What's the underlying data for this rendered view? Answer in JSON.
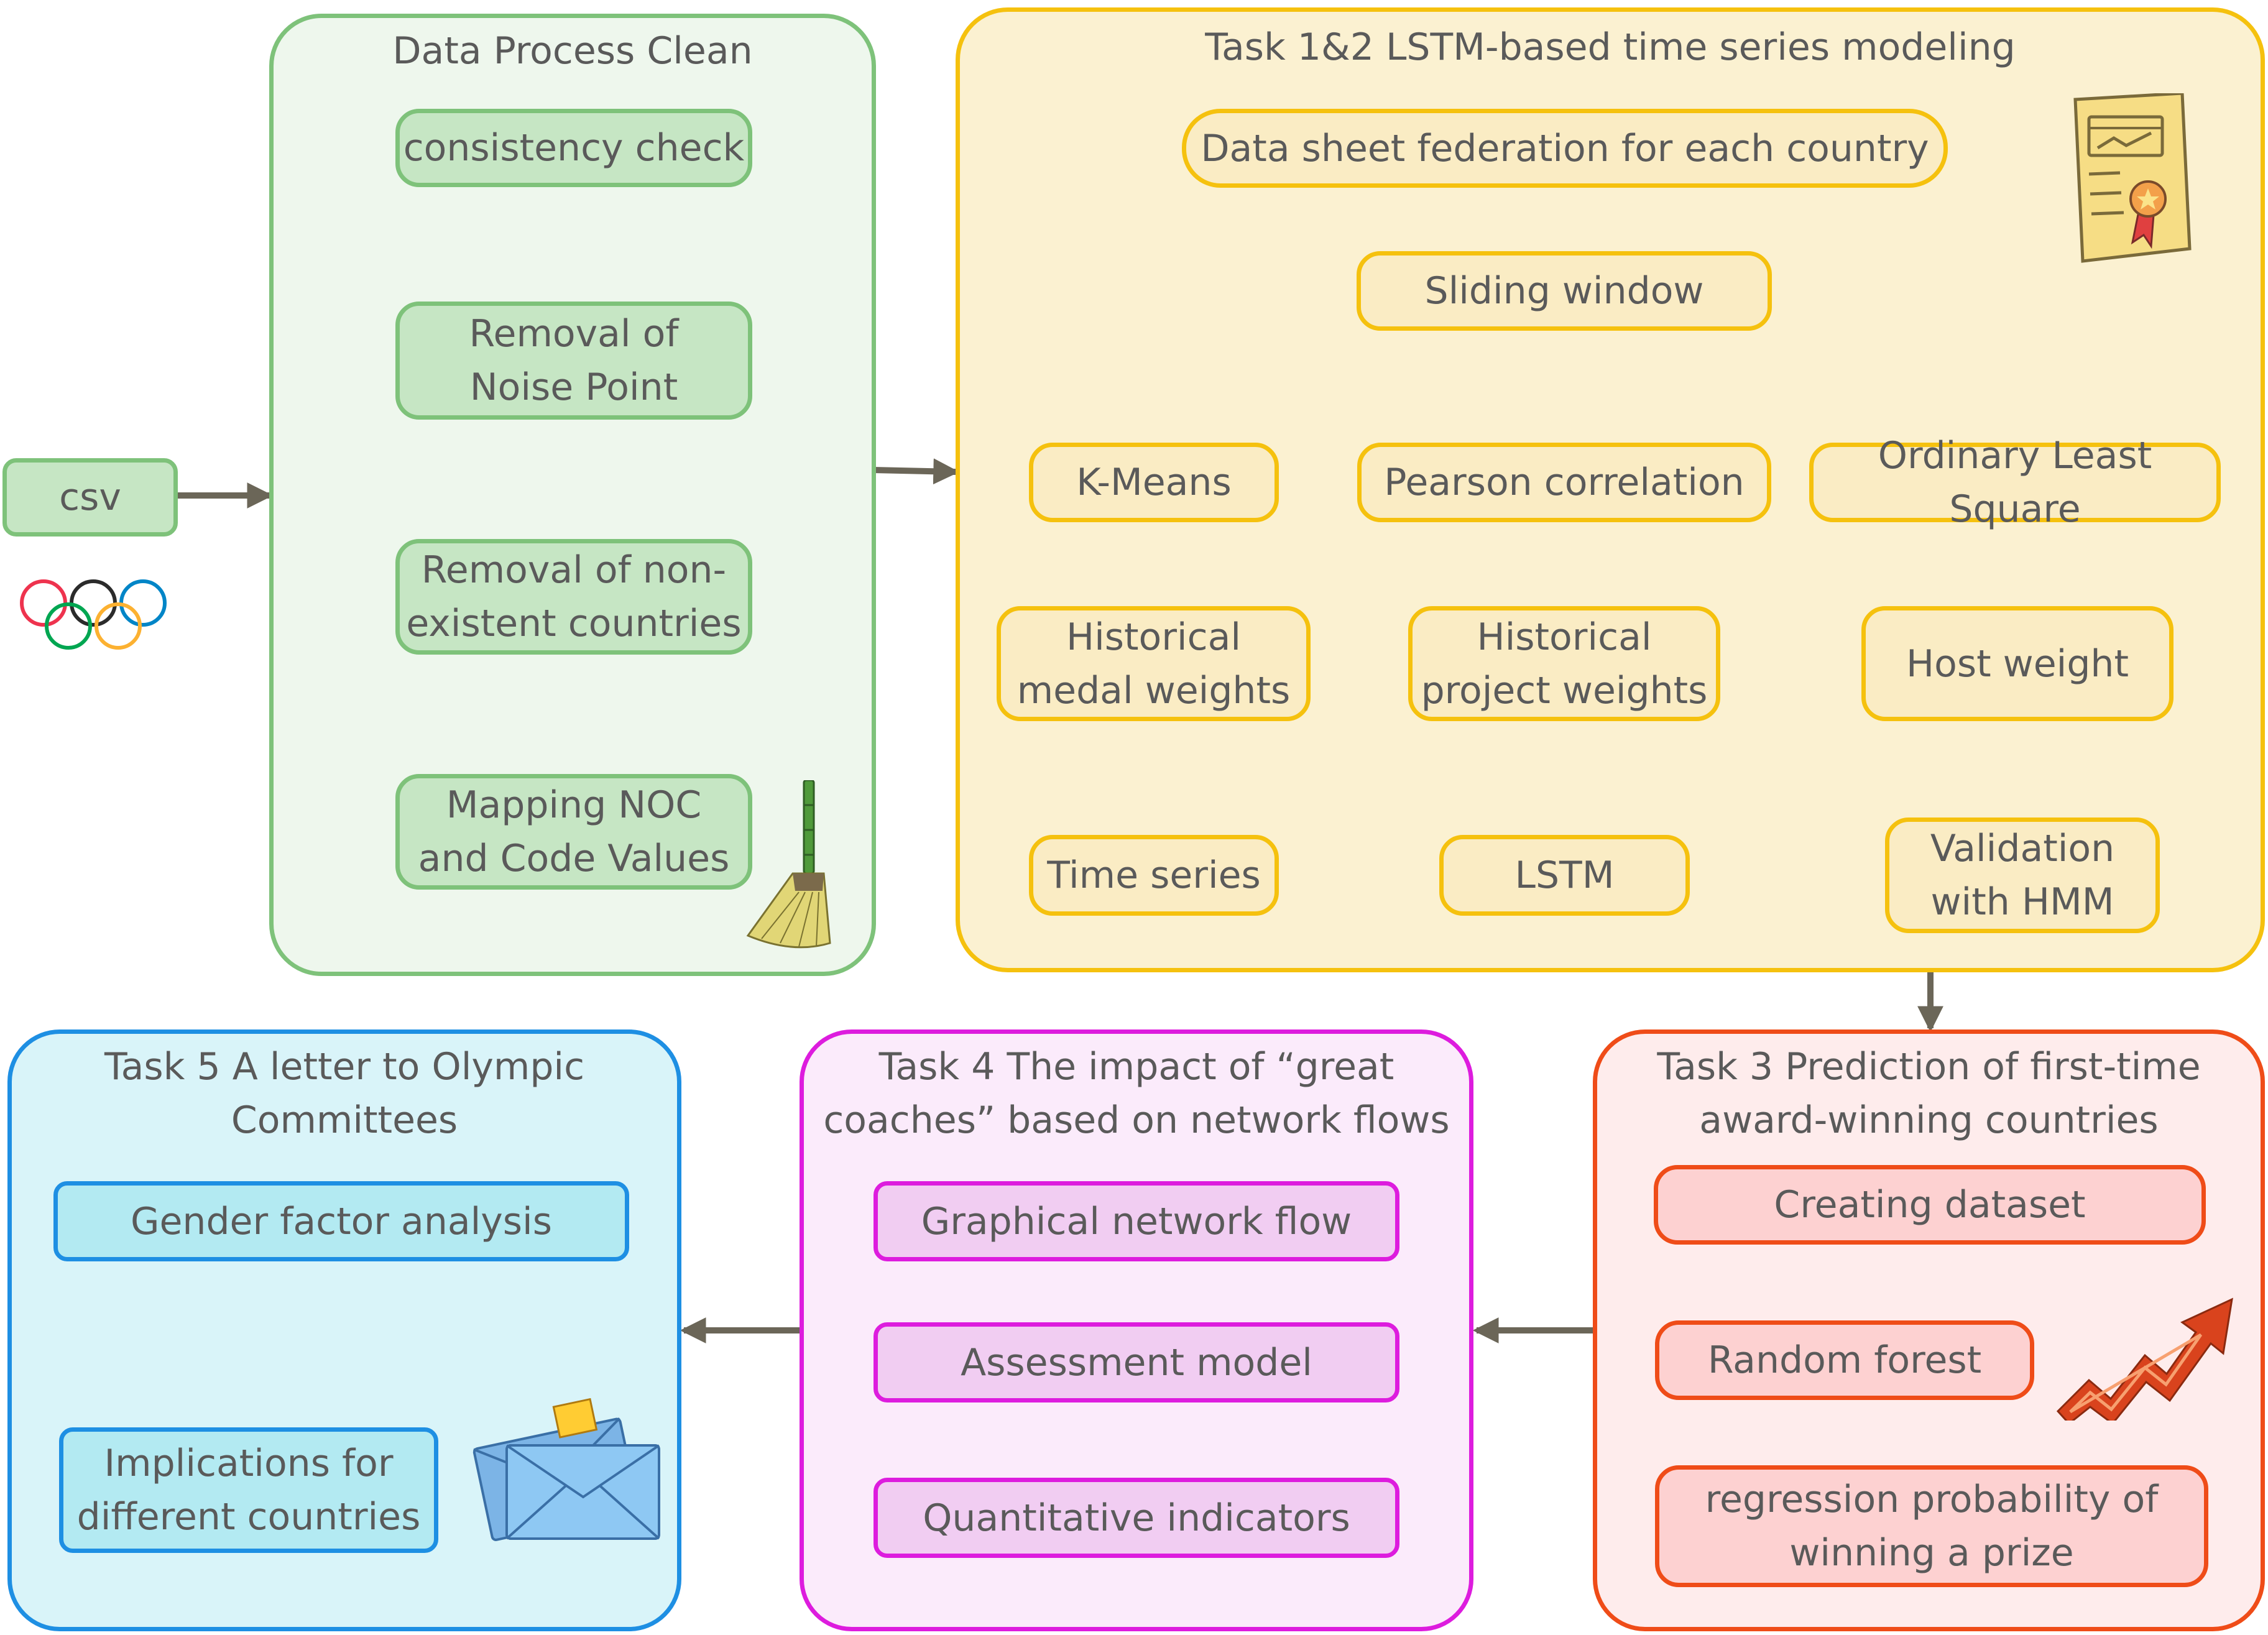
{
  "csv_label": "csv",
  "panels": {
    "clean": {
      "title": "Data Process Clean",
      "steps": [
        "consistency check",
        "Removal of\nNoise Point",
        "Removal of non-\nexistent countries",
        "Mapping NOC\nand Code Values"
      ]
    },
    "lstm": {
      "title": "Task 1&2 LSTM-based time series modeling",
      "federation": "Data sheet federation for each country",
      "sliding": "Sliding window",
      "kmeans": "K-Means",
      "pearson": "Pearson correlation",
      "ols": "Ordinary Least Square",
      "medal": "Historical\nmedal weights",
      "project": "Historical\nproject weights",
      "host": "Host weight",
      "timeseries": "Time series",
      "lstm": "LSTM",
      "validation": "Validation\nwith HMM"
    },
    "task3": {
      "title": "Task 3  Prediction of first-time\naward-winning countries",
      "steps": [
        "Creating dataset",
        "Random forest",
        "regression probability of\nwinning a prize"
      ]
    },
    "task4": {
      "title": "Task 4  The impact of “great\ncoaches” based on network flows",
      "steps": [
        "Graphical network flow",
        "Assessment model",
        "Quantitative indicators"
      ]
    },
    "task5": {
      "title": "Task 5  A letter to Olympic\nCommittees",
      "steps": [
        "Gender factor analysis",
        "Implications for\ndifferent countries"
      ]
    }
  },
  "icons": [
    "olympic-rings-icon",
    "broom-icon",
    "certificate-icon",
    "rising-arrow-icon",
    "envelope-icon"
  ],
  "colors": {
    "clean": "#7ec27a",
    "lstm": "#f5c10e",
    "task3": "#ef4c18",
    "task4": "#dd1cde",
    "task5": "#1e8fe3",
    "connector": "#6b6658"
  }
}
